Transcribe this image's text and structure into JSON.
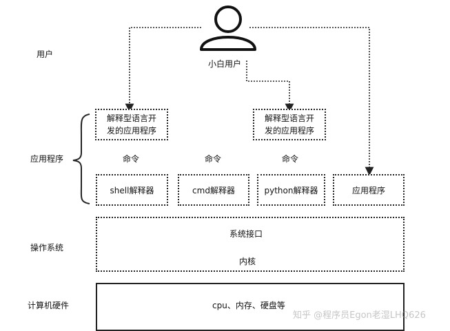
{
  "layers": {
    "user": "用户",
    "app": "应用程序",
    "os": "操作系统",
    "hardware": "计算机硬件"
  },
  "user_icon": {
    "label": "小白用户",
    "icon": "user-icon"
  },
  "interp_boxes": [
    {
      "text": "解释型语言开\n发的应用程序"
    },
    {
      "text": "解释型语言开\n发的应用程序"
    }
  ],
  "command_labels": [
    "命令",
    "命令",
    "命令"
  ],
  "app_row": [
    "shell解释器",
    "cmd解释器",
    "python解释器",
    "应用程序"
  ],
  "os_layer": {
    "top": "系统接口",
    "bottom": "内核"
  },
  "hardware_layer": {
    "text": "cpu、内存、硬盘等"
  },
  "watermark": "知乎 @程序员Egon老湿LHQ626"
}
